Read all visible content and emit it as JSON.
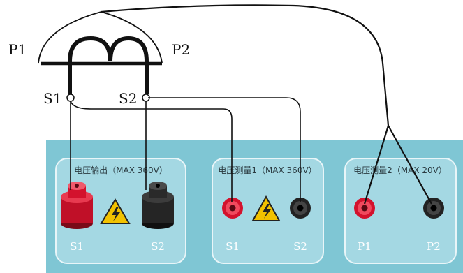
{
  "diagram": {
    "primary_labels": {
      "p1": "P1",
      "p2": "P2"
    },
    "secondary_labels": {
      "s1": "S1",
      "s2": "S2"
    },
    "panels": [
      {
        "title": "电压输出（MAX 360V）",
        "left_terminal": "S1",
        "right_terminal": "S2"
      },
      {
        "title": "电压测量1（MAX 360V）",
        "left_terminal": "S1",
        "right_terminal": "S2"
      },
      {
        "title": "电压测量2（MAX 20V）",
        "left_terminal": "P1",
        "right_terminal": "P2"
      }
    ],
    "colors": {
      "device_bg": "#7fc6d4",
      "panel_bg": "#a4d8e3",
      "panel_border": "#e8f5f8",
      "red_terminal": "#d3122d",
      "black_terminal": "#2a2a2a",
      "warning_yellow": "#f2c200",
      "wire": "#111111"
    },
    "icons": [
      "red-binding-post-icon",
      "black-binding-post-icon",
      "high-voltage-warning-icon",
      "red-jack-icon",
      "black-jack-icon"
    ]
  }
}
